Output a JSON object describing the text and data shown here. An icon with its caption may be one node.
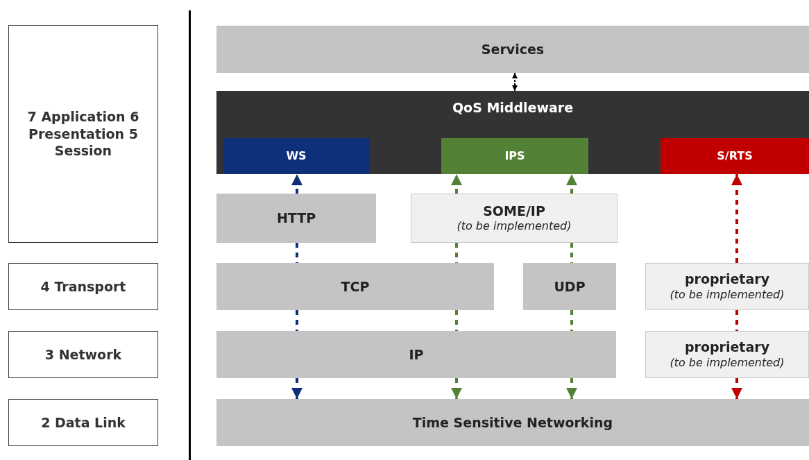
{
  "diagram": {
    "nodes": [
      {
        "text": [
          "7 Application 6 Presentation 5 Session"
        ]
      },
      {
        "text": [
          "4 Transport"
        ]
      },
      {
        "text": [
          "3 Network"
        ]
      },
      {
        "text": [
          "2 Data Link"
        ]
      },
      {
        "text": [
          "Services"
        ]
      },
      {
        "text": [
          "QoS Middleware"
        ]
      },
      {
        "text": [
          "WS"
        ],
        "in": 5
      },
      {
        "text": [
          "IPS"
        ],
        "in": 5
      },
      {
        "text": [
          "S/RTS"
        ],
        "in": 5
      },
      {
        "text": [
          "HTTP"
        ]
      },
      {
        "text": [
          "SOME/IP",
          "(to be implemented)"
        ]
      },
      {
        "text": [
          "TCP"
        ]
      },
      {
        "text": [
          "UDP"
        ]
      },
      {
        "text": [
          "proprietary",
          "(to be implemented)"
        ]
      },
      {
        "text": [
          "IP"
        ]
      },
      {
        "text": [
          "proprietary",
          "(to be implemented)"
        ]
      },
      {
        "text": [
          "Time Sensitive Networking"
        ]
      }
    ],
    "edges": [
      {
        "from": 4,
        "to": 5,
        "arrow": "both",
        "style": "dashed",
        "color": "#000000"
      },
      {
        "from": 9,
        "to": 6,
        "arrow": "to",
        "style": "dashed",
        "color": "#0e2f7a"
      },
      {
        "from": 9,
        "to": 11,
        "arrow": "none",
        "style": "dashed",
        "color": "#0e2f7a"
      },
      {
        "from": 11,
        "to": 14,
        "arrow": "none",
        "style": "dashed",
        "color": "#0e2f7a"
      },
      {
        "from": 14,
        "to": 16,
        "arrow": "to",
        "style": "dashed",
        "color": "#0e2f7a"
      },
      {
        "from": 10,
        "to": 7,
        "arrow": "to",
        "style": "dashed",
        "color": "#538135"
      },
      {
        "from": 10,
        "to": 11,
        "arrow": "none",
        "style": "dashed",
        "color": "#538135"
      },
      {
        "from": 11,
        "to": 14,
        "arrow": "none",
        "style": "dashed",
        "color": "#538135"
      },
      {
        "from": 14,
        "to": 16,
        "arrow": "to",
        "style": "dashed",
        "color": "#538135"
      },
      {
        "from": 10,
        "to": 7,
        "arrow": "to",
        "style": "dashed",
        "color": "#538135"
      },
      {
        "from": 10,
        "to": 12,
        "arrow": "none",
        "style": "dashed",
        "color": "#538135"
      },
      {
        "from": 12,
        "to": 14,
        "arrow": "none",
        "style": "dashed",
        "color": "#538135"
      },
      {
        "from": 14,
        "to": 16,
        "arrow": "to",
        "style": "dashed",
        "color": "#538135"
      },
      {
        "from": 13,
        "to": 8,
        "arrow": "to",
        "style": "dashed",
        "color": "#c00000"
      },
      {
        "from": 13,
        "to": 15,
        "arrow": "none",
        "style": "dashed",
        "color": "#c00000"
      },
      {
        "from": 15,
        "to": 16,
        "arrow": "to",
        "style": "dashed",
        "color": "#c00000"
      }
    ]
  }
}
